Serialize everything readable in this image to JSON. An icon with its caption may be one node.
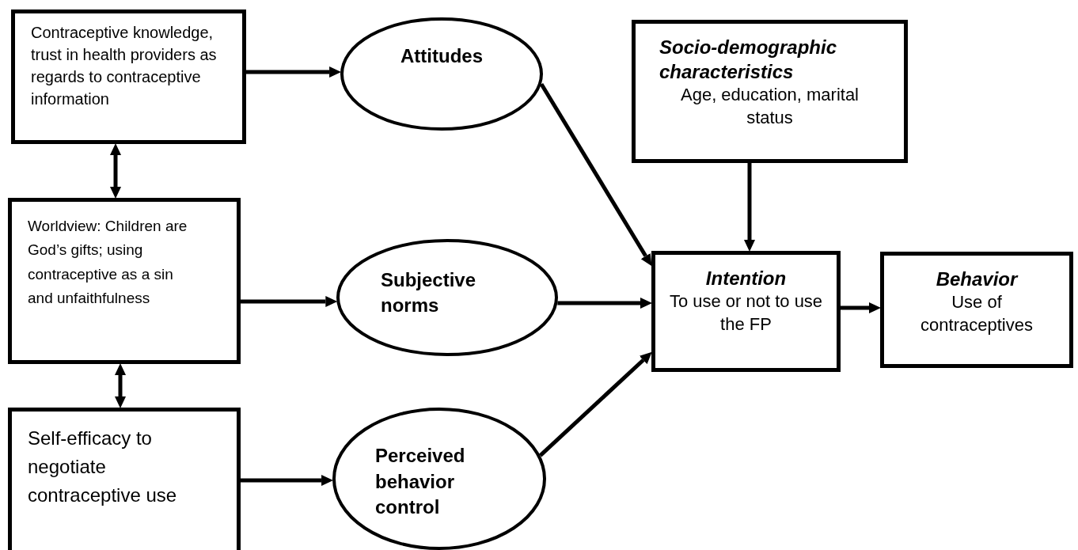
{
  "diagram": {
    "nodes": [
      {
        "text": [
          "Contraceptive knowledge, trust in health providers as regards to contraceptive information"
        ]
      },
      {
        "text": [
          "Attitudes"
        ]
      },
      {
        "text": [
          "Socio-demographic characteristics",
          "Age, education, marital status"
        ]
      },
      {
        "text": [
          "Worldview: Children are God’s gifts; using contraceptive as a sin and unfaithfulness"
        ]
      },
      {
        "text": [
          "Subjective norms"
        ]
      },
      {
        "text": [
          "Intention",
          "To use or not to use the FP"
        ]
      },
      {
        "text": [
          "Behavior",
          "Use of contraceptives"
        ]
      },
      {
        "text": [
          "Self-efficacy to negotiate contraceptive use"
        ]
      },
      {
        "text": [
          "Perceived behavior control"
        ]
      }
    ],
    "edges": [
      {
        "from": 0,
        "to": 1,
        "arrow": "to"
      },
      {
        "from": 0,
        "to": 3,
        "arrow": "both"
      },
      {
        "from": 1,
        "to": 5,
        "arrow": "to"
      },
      {
        "from": 2,
        "to": 5,
        "arrow": "to"
      },
      {
        "from": 3,
        "to": 4,
        "arrow": "to"
      },
      {
        "from": 3,
        "to": 7,
        "arrow": "both"
      },
      {
        "from": 4,
        "to": 5,
        "arrow": "to"
      },
      {
        "from": 7,
        "to": 8,
        "arrow": "to"
      },
      {
        "from": 8,
        "to": 5,
        "arrow": "to"
      },
      {
        "from": 5,
        "to": 6,
        "arrow": "to"
      }
    ]
  }
}
